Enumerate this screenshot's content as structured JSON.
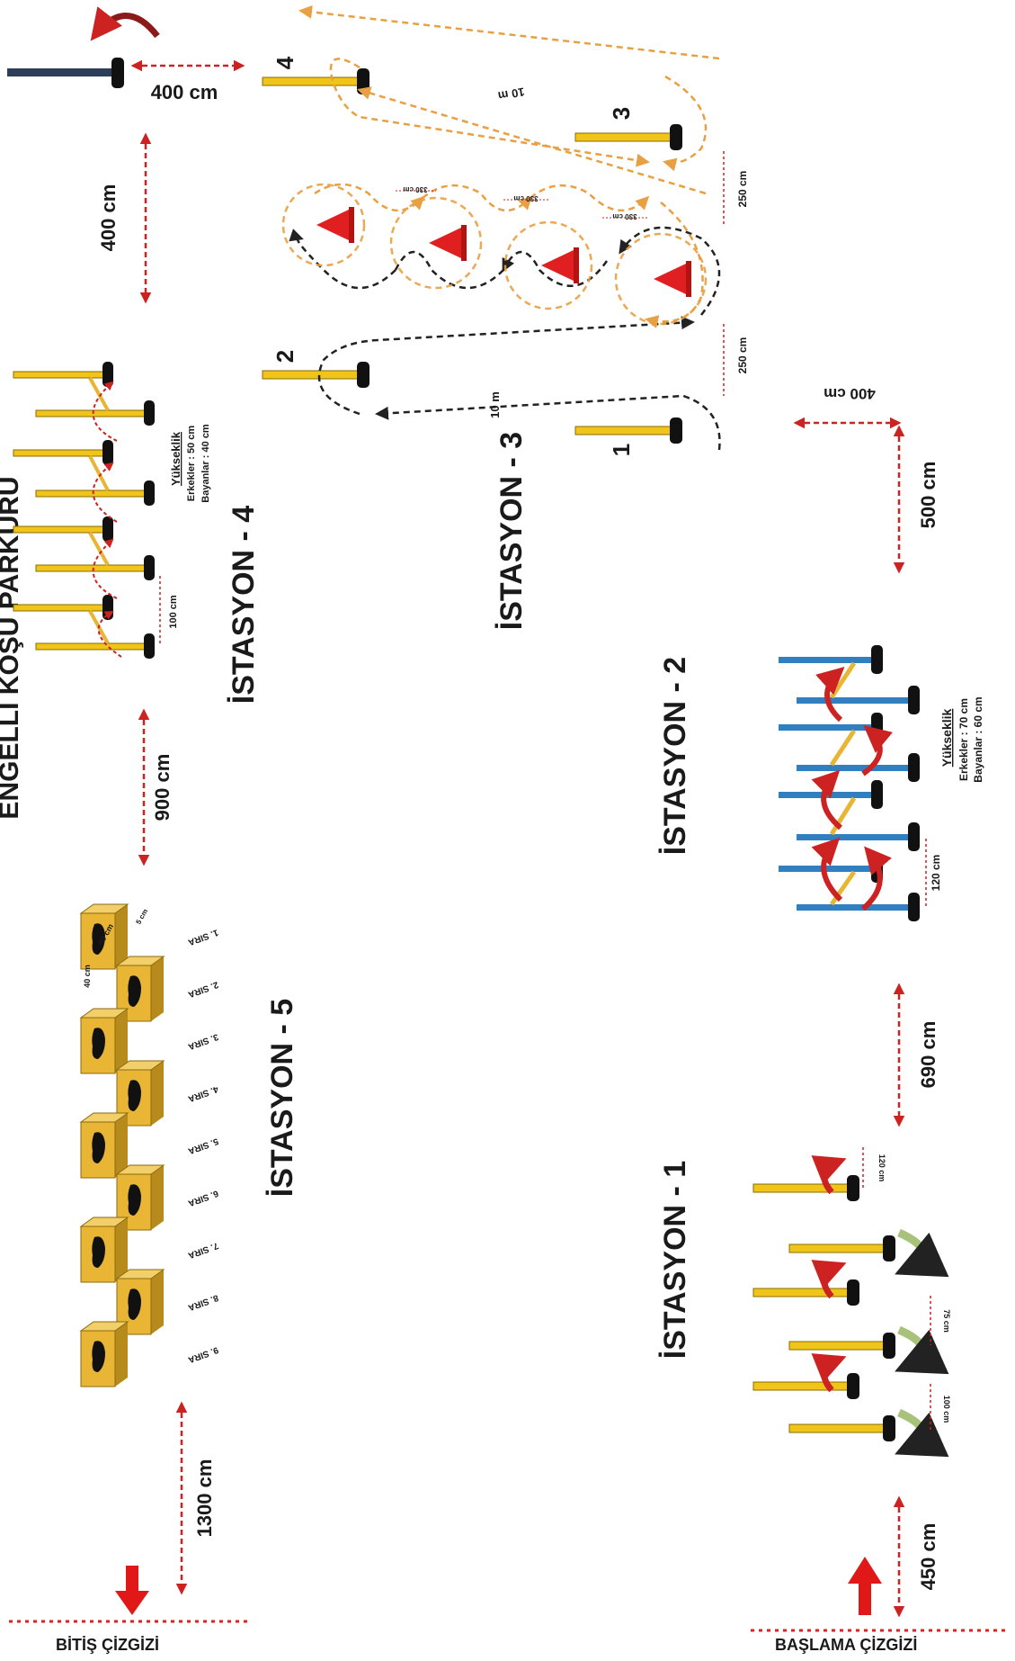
{
  "colors": {
    "pole_yellow": "#f0c419",
    "pole_blue": "#2f7fc1",
    "base_black": "#111111",
    "arrow_red": "#cc2222",
    "path_orange": "#e8a042",
    "path_black": "#222222",
    "cone_red": "#e02020",
    "hurdle_gold": "#e8b534",
    "line_red": "#dd2222",
    "arrow_green": "#a8c27a",
    "bar_navy": "#2c3e5a"
  },
  "title": "ENGELLİ KOŞU PARKURU",
  "stations": {
    "s1": {
      "title": "İSTASYON - 1",
      "dim_a": "100 cm",
      "dim_b": "75 cm",
      "dim_c": "120 cm"
    },
    "s2": {
      "title": "İSTASYON - 2",
      "spacing": "120 cm",
      "height_title": "Yükseklik",
      "height_men": "Erkekler  : 70 cm",
      "height_women": "Bayanlar : 60 cm"
    },
    "s3": {
      "title": "İSTASYON - 3",
      "dist_run_a": "10 m",
      "dist_run_b": "10 m",
      "gap_a": "250 cm",
      "gap_b": "250 cm",
      "cone_gap": "330 cm",
      "pole_numbers": [
        "1",
        "2",
        "3",
        "4"
      ]
    },
    "s4": {
      "title": "İSTASYON - 4",
      "spacing": "100 cm",
      "height_title": "Yükseklik",
      "height_men": "Erkekler : 50 cm",
      "height_women": "Bayanlar : 40 cm"
    },
    "s5": {
      "title": "İSTASYON - 5",
      "dim_w": "40 cm",
      "dim_h": "40 cm",
      "dim_t": "5 cm",
      "rows": [
        "1. SIRA",
        "2. SIRA",
        "3. SIRA",
        "4. SIRA",
        "5. SIRA",
        "6. SIRA",
        "7. SIRA",
        "8. SIRA",
        "9. SIRA"
      ]
    }
  },
  "distances": {
    "start_to_s1": "450 cm",
    "s1_to_s2": "690 cm",
    "s2_to_s3_vertical": "500 cm",
    "s2_to_s3_horizontal": "400 cm",
    "s3_to_s4_horizontal": "400 cm",
    "s3_to_s4_vertical": "400 cm",
    "s4_to_s5": "900 cm",
    "s5_to_finish": "1300 cm"
  },
  "lines": {
    "start": "BAŞLAMA ÇİZGİZİ",
    "finish": "BİTİŞ ÇİZGİZİ"
  }
}
